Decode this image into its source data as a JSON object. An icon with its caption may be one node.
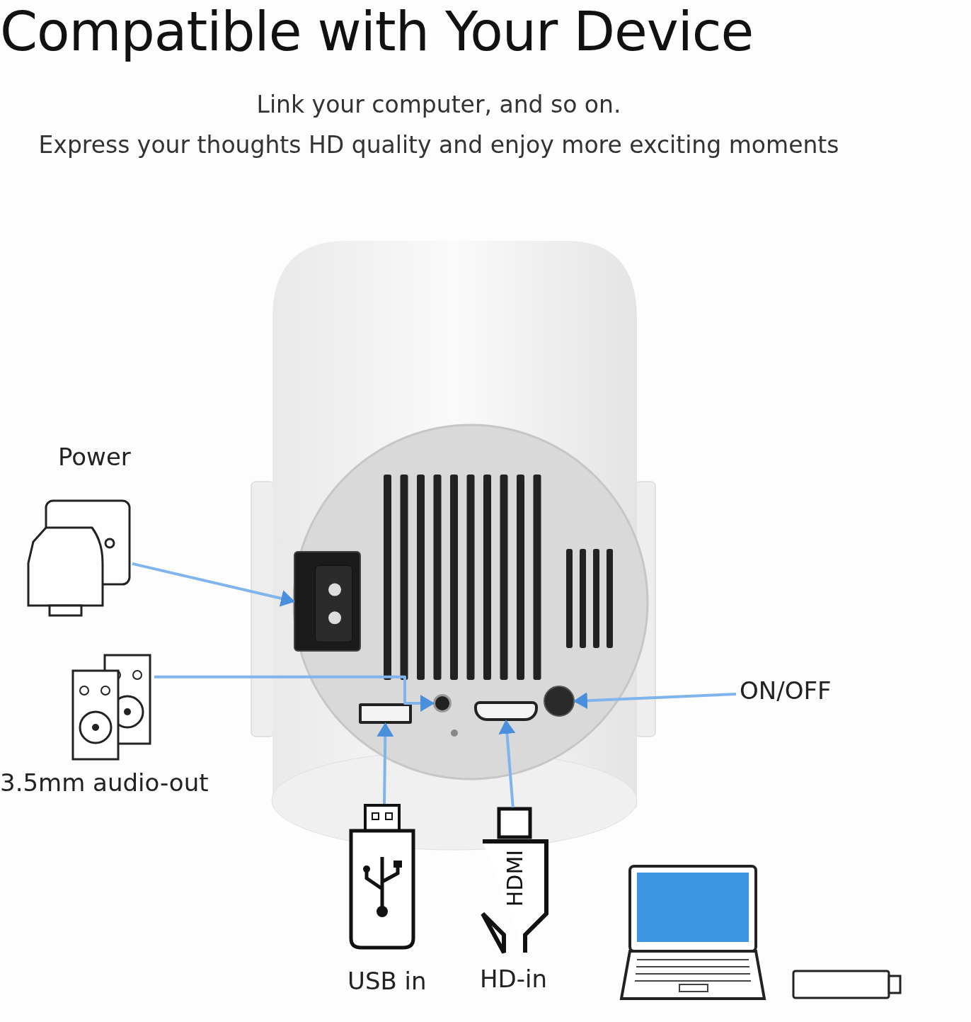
{
  "diagram": {
    "title": "Compatible with Your Device",
    "nodes": [
      {
        "text": [],
        "shape": "picture"
      },
      {
        "text": [],
        "shape": "picture",
        "in": 0
      },
      {
        "text": [],
        "shape": "circle",
        "in": 0
      },
      {
        "text": [],
        "shape": "box",
        "in": 0
      },
      {
        "text": [],
        "shape": "box",
        "in": 0
      },
      {
        "text": [],
        "shape": "circle",
        "in": 0
      },
      {
        "text": [
          "Power"
        ]
      },
      {
        "text": [
          "3.5mm audio-out"
        ]
      },
      {
        "text": [
          "USB in"
        ]
      },
      {
        "text": [
          "HDMI",
          "HD-in"
        ]
      },
      {
        "text": [
          "ON/OFF"
        ]
      }
    ],
    "edges": [
      {
        "from": 6,
        "to": 1,
        "arrow": "to"
      },
      {
        "from": 7,
        "to": 2,
        "arrow": "to"
      },
      {
        "from": 8,
        "to": 3,
        "arrow": "to"
      },
      {
        "from": 9,
        "to": 4,
        "arrow": "to"
      },
      {
        "from": 10,
        "to": 5,
        "arrow": "to"
      }
    ],
    "labels": [
      "Link your computer, and so on.",
      "Express your thoughts HD quality and enjoy more exciting moments"
    ]
  }
}
